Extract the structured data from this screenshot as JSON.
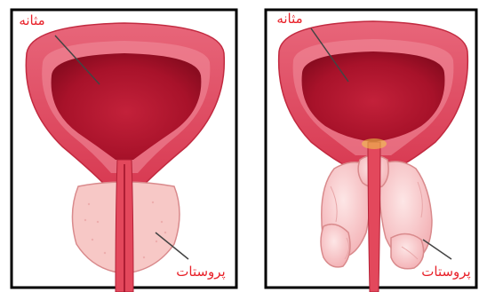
{
  "left_panel": {
    "bladder_label": "مثانه",
    "prostate_label": "پروستات"
  },
  "right_panel": {
    "bladder_label": "مثانه",
    "prostate_label": "پروستات"
  },
  "colors": {
    "label_red": "#e8222a",
    "bladder_wall": "#e3485c",
    "bladder_lumen": "#b8162a",
    "prostate_pink": "#f6c2c2",
    "frame": "#000000"
  }
}
